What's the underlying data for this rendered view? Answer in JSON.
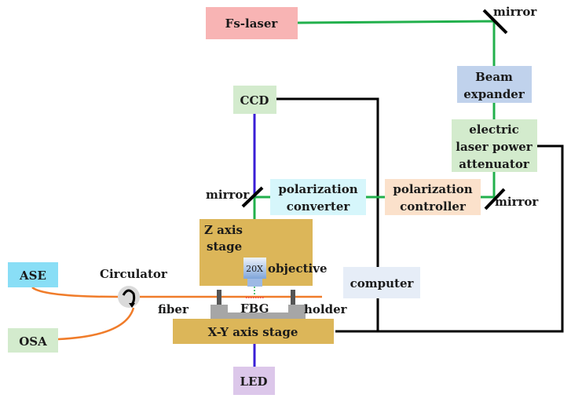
{
  "colors": {
    "laser_beam": "#22b04c",
    "led_light": "#3a1fd6",
    "fiber": "#f07c2a",
    "cable": "#000000",
    "stage": "#dcb659"
  },
  "components": {
    "fs_laser": "Fs-laser",
    "mirror_top": "mirror",
    "beam_expander": [
      "Beam",
      "expander"
    ],
    "attenuator": [
      "electric",
      "laser power",
      "attenuator"
    ],
    "mirror_right": "mirror",
    "polarization_controller": [
      "polarization",
      "controller"
    ],
    "polarization_converter": [
      "polarization",
      "converter"
    ],
    "mirror_left": "mirror",
    "ccd": "CCD",
    "z_stage": [
      "Z axis",
      "stage"
    ],
    "objective_mag": "20X",
    "objective": "objective",
    "computer": "computer",
    "ase": "ASE",
    "osa": "OSA",
    "circulator": "Circulator",
    "fiber": "fiber",
    "fbg": "FBG",
    "holder": "holder",
    "xy_stage": "X-Y axis stage",
    "led": "LED"
  }
}
